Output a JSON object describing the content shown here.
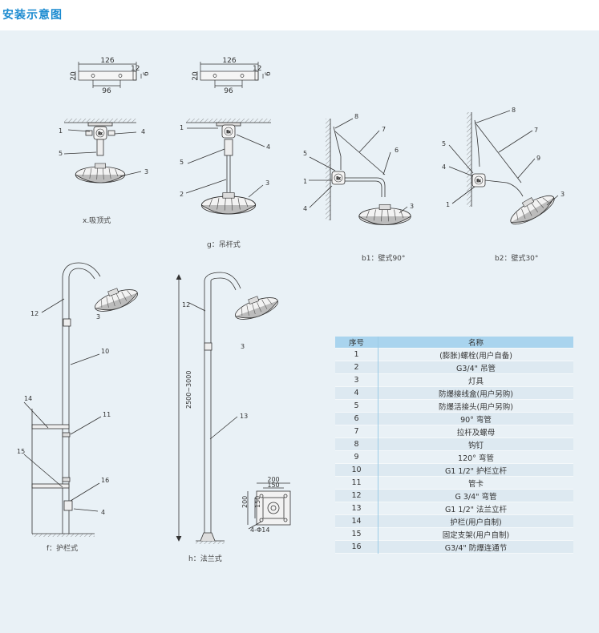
{
  "title": "安装示意图",
  "captions": {
    "x": "x.吸顶式",
    "g": "g：吊杆式",
    "b1": "b1：壁式90°",
    "b2": "b2：壁式30°",
    "f": "f：护栏式",
    "h": "h：法兰式"
  },
  "dimensions": {
    "bracket_len": "126",
    "bracket_hole": "96",
    "bracket_h": "20",
    "bracket_w": "12",
    "bracket_t": "6",
    "height_range": "2500~3000",
    "flange_outer": "200",
    "flange_inner": "150",
    "flange_outer_v": "200",
    "flange_inner_v": "150",
    "flange_holes": "4-Φ14"
  },
  "parts_table": {
    "header": [
      "序号",
      "名称"
    ],
    "rows": [
      [
        "1",
        "(膨胀)螺栓(用户自备)"
      ],
      [
        "2",
        "G3/4\" 吊管"
      ],
      [
        "3",
        "灯具"
      ],
      [
        "4",
        "防爆接线盒(用户另购)"
      ],
      [
        "5",
        "防爆活接头(用户另购)"
      ],
      [
        "6",
        "90° 弯管"
      ],
      [
        "7",
        "拉杆及螺母"
      ],
      [
        "8",
        "钩钉"
      ],
      [
        "9",
        "120° 弯管"
      ],
      [
        "10",
        "G1 1/2\" 护栏立杆"
      ],
      [
        "11",
        "管卡"
      ],
      [
        "12",
        "G 3/4\" 弯管"
      ],
      [
        "13",
        "G1 1/2\" 法兰立杆"
      ],
      [
        "14",
        "护栏(用户自制)"
      ],
      [
        "15",
        "固定支架(用户自制)"
      ],
      [
        "16",
        "G3/4\" 防爆连通节"
      ]
    ]
  },
  "colors": {
    "title": "#1a8ad0",
    "panel": "#e9f1f6",
    "table_header": "#a9d4ee",
    "table_stripe": "#dde9f1"
  }
}
